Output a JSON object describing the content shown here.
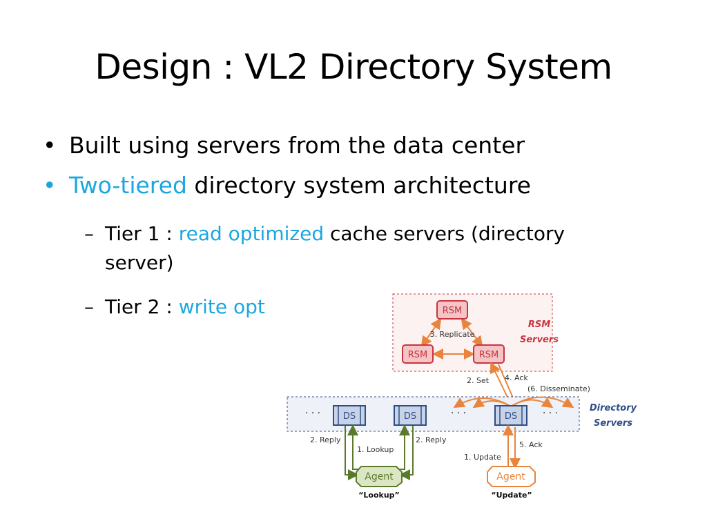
{
  "title": "Design : VL2 Directory System",
  "bullets": [
    {
      "prefix": "Built using servers from the data center"
    },
    {
      "accent": "Two-tiered",
      "rest": " directory system architecture"
    }
  ],
  "subbullets": [
    {
      "label": "Tier 1 : ",
      "accent": "read optimized",
      "rest": " cache servers (directory",
      "rest2": "server)"
    },
    {
      "label": "Tier 2 : ",
      "accent": "write opt"
    }
  ],
  "colors": {
    "accent": "#1aa7e0",
    "rsm": "#c8343d",
    "ds": "#2e4e86",
    "lookup": "#5a7a2a",
    "update": "#e8843c"
  },
  "diagram": {
    "rsm_box_label": [
      "RSM",
      "Servers"
    ],
    "ds_box_label": [
      "Directory",
      "Servers"
    ],
    "rsm_nodes": [
      "RSM",
      "RSM",
      "RSM"
    ],
    "ds_nodes": [
      "DS",
      "DS",
      "DS"
    ],
    "ellipsis": "· · ·",
    "replicate": "3. Replicate",
    "set": "2. Set",
    "ack4": "4. Ack",
    "disseminate": "(6. Disseminate)",
    "reply_left": "2. Reply",
    "reply_right": "2. Reply",
    "lookup": "1. Lookup",
    "update": "1. Update",
    "ack5": "5. Ack",
    "agent_lookup": "Agent",
    "agent_update": "Agent",
    "caption_lookup": "“Lookup”",
    "caption_update": "“Update”"
  }
}
